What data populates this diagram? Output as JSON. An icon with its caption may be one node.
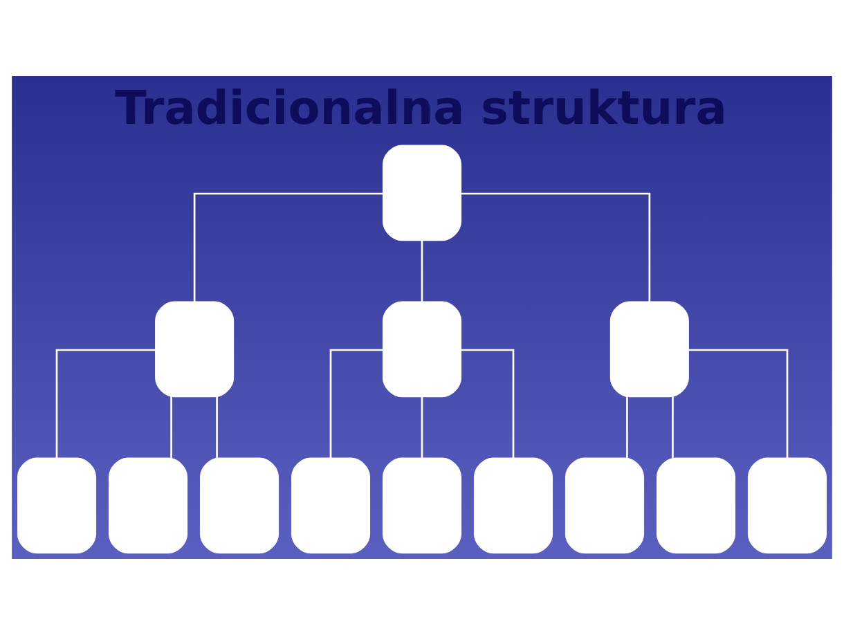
{
  "diagram": {
    "title": "Tradicionalna struktura",
    "nodes": [
      {
        "text": [],
        "shape": "box"
      },
      {
        "text": [],
        "shape": "box"
      },
      {
        "text": [],
        "shape": "box"
      },
      {
        "text": [],
        "shape": "box"
      },
      {
        "text": [],
        "shape": "box"
      },
      {
        "text": [],
        "shape": "box"
      },
      {
        "text": [],
        "shape": "box"
      },
      {
        "text": [],
        "shape": "box"
      },
      {
        "text": [],
        "shape": "box"
      },
      {
        "text": [],
        "shape": "box"
      },
      {
        "text": [],
        "shape": "box"
      },
      {
        "text": [],
        "shape": "box"
      },
      {
        "text": [],
        "shape": "box"
      }
    ],
    "edges": [
      {
        "from": 0,
        "to": 1,
        "arrow": "none"
      },
      {
        "from": 0,
        "to": 2,
        "arrow": "none"
      },
      {
        "from": 0,
        "to": 3,
        "arrow": "none"
      },
      {
        "from": 1,
        "to": 4,
        "arrow": "none"
      },
      {
        "from": 1,
        "to": 5,
        "arrow": "none"
      },
      {
        "from": 1,
        "to": 6,
        "arrow": "none"
      },
      {
        "from": 2,
        "to": 7,
        "arrow": "none"
      },
      {
        "from": 2,
        "to": 8,
        "arrow": "none"
      },
      {
        "from": 2,
        "to": 9,
        "arrow": "none"
      },
      {
        "from": 3,
        "to": 10,
        "arrow": "none"
      },
      {
        "from": 3,
        "to": 11,
        "arrow": "none"
      },
      {
        "from": 3,
        "to": 12,
        "arrow": "none"
      }
    ]
  }
}
